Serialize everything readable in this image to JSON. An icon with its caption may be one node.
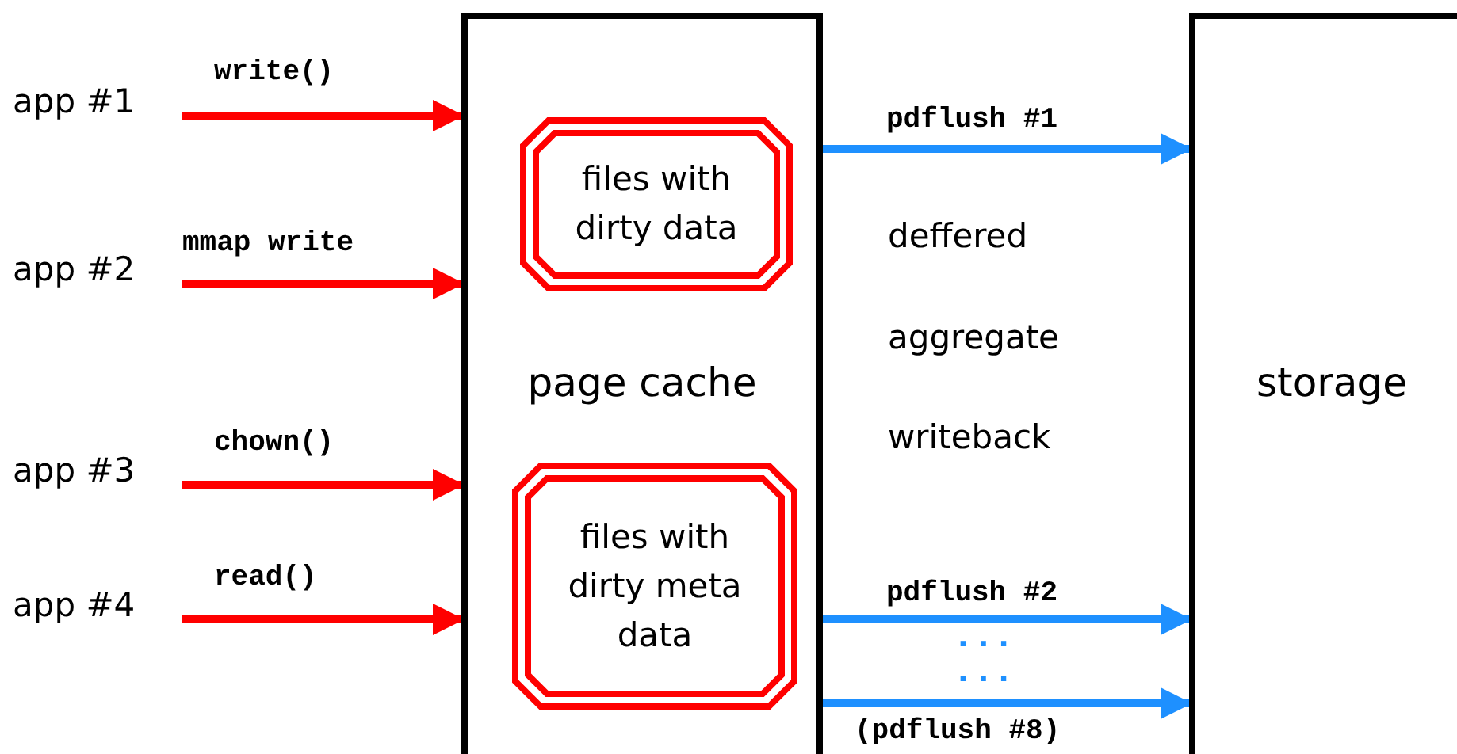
{
  "diagram": {
    "nodes": [
      {
        "text": [
          "app #1"
        ]
      },
      {
        "text": [
          "app #2"
        ]
      },
      {
        "text": [
          "app #3"
        ]
      },
      {
        "text": [
          "app #4"
        ]
      },
      {
        "text": [
          "page cache"
        ]
      },
      {
        "text": [
          "files with dirty data"
        ],
        "in": 4
      },
      {
        "text": [
          "files with dirty meta data"
        ],
        "in": 4
      },
      {
        "text": [
          "storage"
        ]
      }
    ],
    "edges": [
      {
        "from": 0,
        "to": 4,
        "arrow": "to",
        "label": "write()"
      },
      {
        "from": 1,
        "to": 4,
        "arrow": "to",
        "label": "mmap write"
      },
      {
        "from": 2,
        "to": 4,
        "arrow": "to",
        "label": "chown()"
      },
      {
        "from": 3,
        "to": 4,
        "arrow": "to",
        "label": "read()"
      },
      {
        "from": 4,
        "to": 7,
        "arrow": "to",
        "label": "pdflush #1",
        "color": "#1e90ff"
      },
      {
        "from": 4,
        "to": 7,
        "arrow": "to",
        "label": "pdflush #2",
        "color": "#1e90ff"
      },
      {
        "from": 4,
        "to": 7,
        "arrow": "to",
        "label": "(pdflush #8)",
        "color": "#1e90ff"
      }
    ],
    "labels": [
      "deffered",
      "aggregate",
      "writeback",
      "...",
      "..."
    ]
  }
}
